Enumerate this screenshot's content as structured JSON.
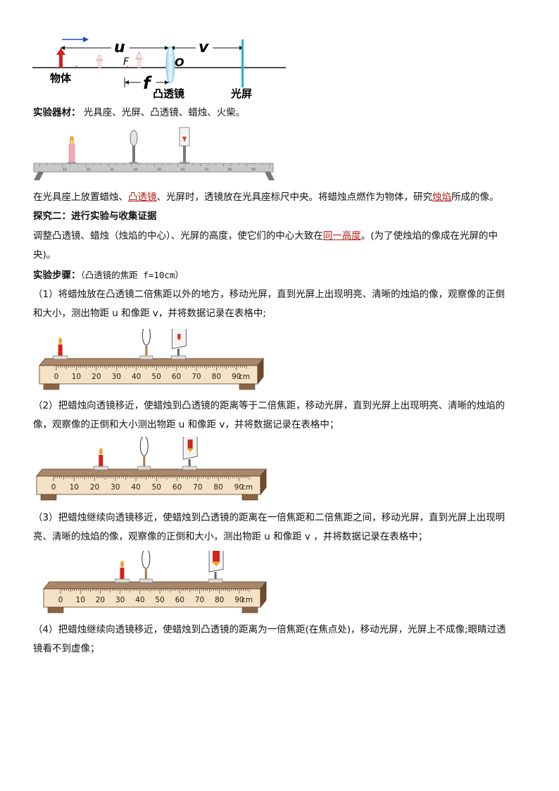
{
  "diagram": {
    "label_u": "u",
    "label_v": "v",
    "label_F": "F",
    "label_O": "O",
    "label_f": "f",
    "label_object": "物体",
    "label_lens": "凸透镜",
    "label_screen": "光屏"
  },
  "equipment": {
    "label": "实验器材：",
    "text": "光具座、光屏、凸透镜、蜡烛、火柴。"
  },
  "bench_ticks": [
    "10",
    "20",
    "30",
    "40",
    "50",
    "60",
    "70",
    "80",
    "90"
  ],
  "ruler_ticks": [
    "0",
    "10",
    "20",
    "30",
    "40",
    "50",
    "60",
    "70",
    "80",
    "90",
    "cm"
  ],
  "intro": {
    "p1": "在光具座上放置蜡烛、",
    "p2": "凸透镜",
    "p3": "、光屏时，透镜放在光具座标尺中央。将蜡烛点燃作为物体，研究",
    "p4": "烛焰",
    "p5": "所成的像。"
  },
  "section2": {
    "title": "探究二：进行实验与收集证据",
    "line1a": "调整凸透镜、蜡烛（烛焰的中心）、光屏的高度，使它们的中心大致在",
    "line1b": "同一高度",
    "line1c": "。(为了使烛焰的像成在光屏的中",
    "line2": "央)。"
  },
  "steps": {
    "label": "实验步骤：",
    "note": "（凸透镜的焦距 f=10cm）",
    "s1_l1": "（1）将蜡烛放在凸透镜二倍焦距以外的地方，移动光屏，直到光屏上出现明亮、清晰的烛焰的像，观察像的正倒",
    "s1_l2": "和大小，测出物距 u 和像距 v，并将数据记录在表格中;",
    "s2_l1": "（2）把蜡烛向透镜移近，使蜡烛到凸透镜的距离等于二倍焦距，移动光屏，直到光屏上出现明亮、清晰的烛焰的",
    "s2_l2": "像，观察像的正倒和大小测出物距 u 和像距 v，并将数据记录在表格中；",
    "s3_l1": "（3）把蜡烛继续向透镜移近，使蜡烛到凸透镜的距离在一倍焦距和二倍焦距之间，移动光屏，直到光屏上出现明",
    "s3_l2": "亮、清晰的烛焰的像，观察像的正倒和大小，测出物距 u 和像距 v ，并将数据记录在表格中；",
    "s4_l1": "（4）把蜡烛继续向透镜移近，使蜡烛到凸透镜的距离为一倍焦距(在焦点处)，移动光屏，光屏上不成像;眼睛过透",
    "s4_l2": "镜看不到虚像；"
  }
}
